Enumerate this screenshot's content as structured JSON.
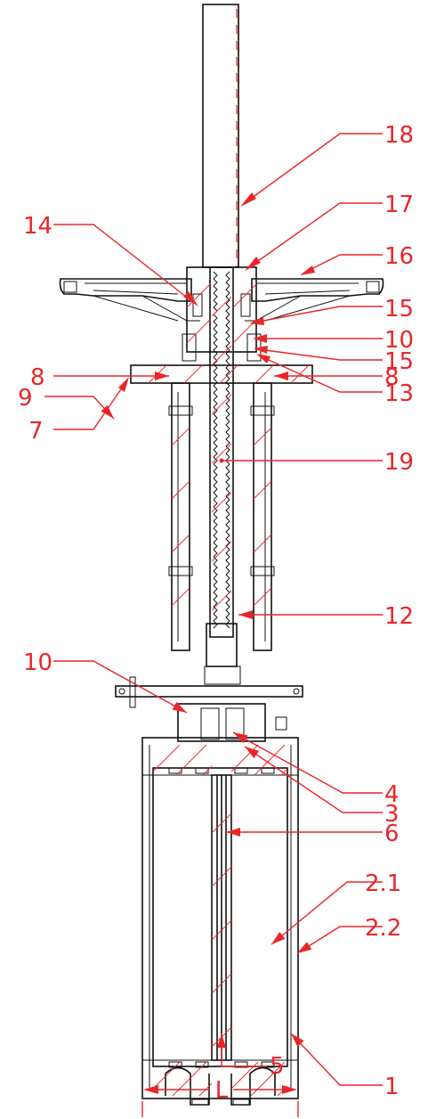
{
  "callouts": [
    {
      "id": "c18",
      "text": "18"
    },
    {
      "id": "c17",
      "text": "17"
    },
    {
      "id": "c14",
      "text": "14"
    },
    {
      "id": "c16",
      "text": "16"
    },
    {
      "id": "c15a",
      "text": "15"
    },
    {
      "id": "c10a",
      "text": "10"
    },
    {
      "id": "c15b",
      "text": "15"
    },
    {
      "id": "c13",
      "text": "13"
    },
    {
      "id": "c7",
      "text": "7"
    },
    {
      "id": "c19",
      "text": "19"
    },
    {
      "id": "c8a",
      "text": "8"
    },
    {
      "id": "c8b",
      "text": "8"
    },
    {
      "id": "c9",
      "text": "9"
    },
    {
      "id": "c12",
      "text": "12"
    },
    {
      "id": "c10b",
      "text": "10"
    },
    {
      "id": "c4",
      "text": "4"
    },
    {
      "id": "c3",
      "text": "3"
    },
    {
      "id": "c6",
      "text": "6"
    },
    {
      "id": "c21",
      "text": "2.1"
    },
    {
      "id": "c22",
      "text": "2.2"
    },
    {
      "id": "c5",
      "text": "5"
    },
    {
      "id": "c1",
      "text": "1"
    }
  ],
  "dimension": {
    "label": "L"
  },
  "colors": {
    "annotation": "#e8272a",
    "outline": "#111111"
  }
}
